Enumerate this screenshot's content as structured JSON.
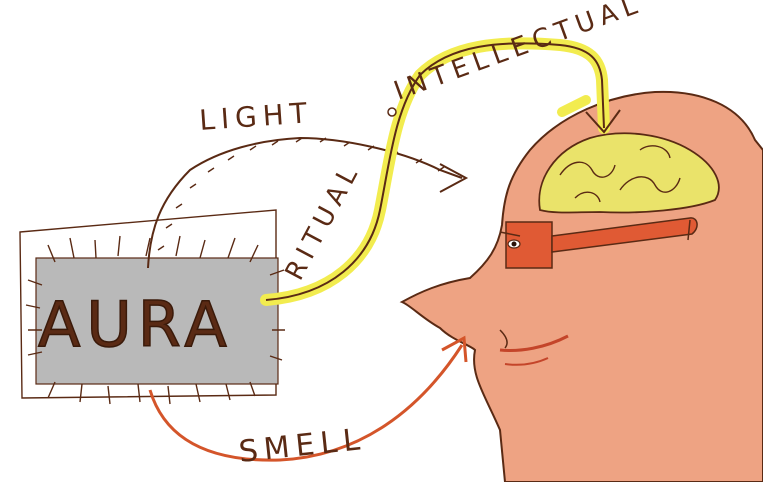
{
  "labels": {
    "aura": "AURA",
    "light": "LIGHT",
    "intellectual": "INTELLECTUAL",
    "ritual": "RITUAL",
    "smell": "SMELL"
  },
  "colors": {
    "ink": "#5a2a14",
    "aura_box": "#b9b9b9",
    "skin": "#eea383",
    "brain": "#eae36a",
    "highlight": "#f2ec4f",
    "glasses": "#e05a34",
    "smell_arrow": "#d4552a"
  },
  "icons": {
    "aura_object": "aura-box-icon",
    "head": "human-head-icon",
    "brain": "brain-icon",
    "glasses": "glasses-icon"
  }
}
